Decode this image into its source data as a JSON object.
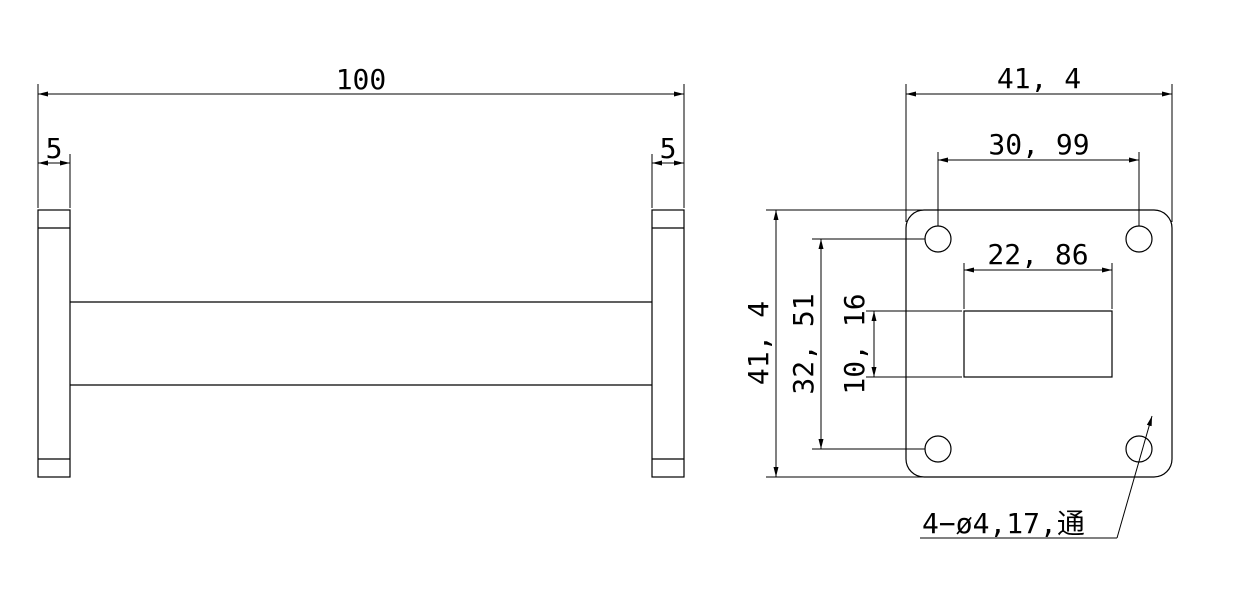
{
  "side_view": {
    "overall_length": "100",
    "left_flange_thickness": "5",
    "right_flange_thickness": "5"
  },
  "front_view": {
    "flange_width": "41, 4",
    "flange_height": "41, 4",
    "hole_spacing_horizontal": "30, 99",
    "hole_spacing_vertical": "32, 51",
    "aperture_width": "22, 86",
    "aperture_height": "10, 16",
    "hole_note": "4−ø4,17,通"
  }
}
